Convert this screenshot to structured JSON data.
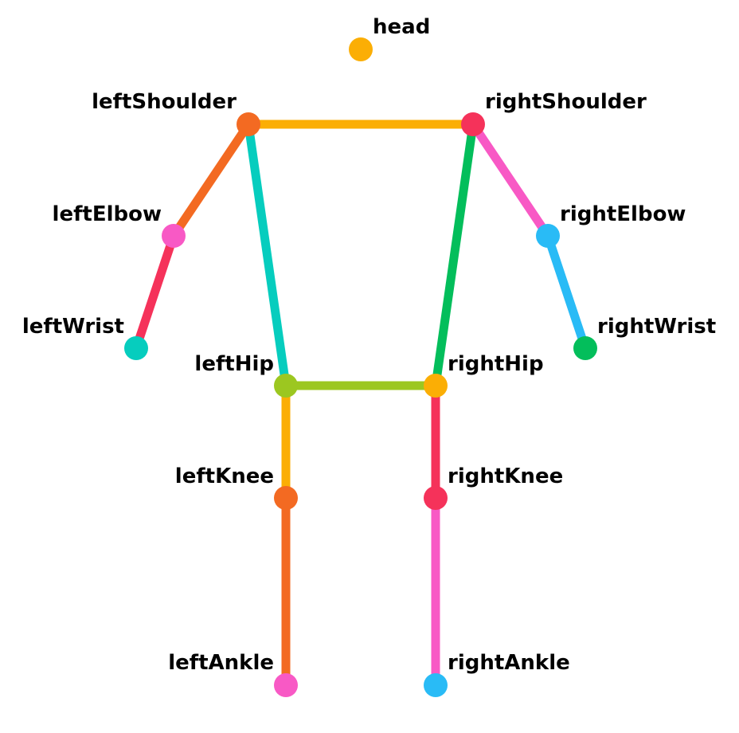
{
  "diagram": {
    "keypoints": [
      {
        "id": "head",
        "label": "head",
        "color": "#FBAE05"
      },
      {
        "id": "leftShoulder",
        "label": "leftShoulder",
        "color": "#F36A22"
      },
      {
        "id": "rightShoulder",
        "label": "rightShoulder",
        "color": "#F5325A"
      },
      {
        "id": "leftElbow",
        "label": "leftElbow",
        "color": "#F859C5"
      },
      {
        "id": "rightElbow",
        "label": "rightElbow",
        "color": "#29BBF6"
      },
      {
        "id": "leftWrist",
        "label": "leftWrist",
        "color": "#06CDBE"
      },
      {
        "id": "rightWrist",
        "label": "rightWrist",
        "color": "#03BE5B"
      },
      {
        "id": "leftHip",
        "label": "leftHip",
        "color": "#9CC720"
      },
      {
        "id": "rightHip",
        "label": "rightHip",
        "color": "#FBAE05"
      },
      {
        "id": "leftKnee",
        "label": "leftKnee",
        "color": "#F36A22"
      },
      {
        "id": "rightKnee",
        "label": "rightKnee",
        "color": "#F5325A"
      },
      {
        "id": "leftAnkle",
        "label": "leftAnkle",
        "color": "#F859C5"
      },
      {
        "id": "rightAnkle",
        "label": "rightAnkle",
        "color": "#29BBF6"
      }
    ],
    "connections": [
      {
        "from": "leftShoulder",
        "to": "rightShoulder",
        "color": "#FBAE05"
      },
      {
        "from": "leftShoulder",
        "to": "leftElbow",
        "color": "#F36A22"
      },
      {
        "from": "leftElbow",
        "to": "leftWrist",
        "color": "#F5325A"
      },
      {
        "from": "rightShoulder",
        "to": "rightElbow",
        "color": "#F859C5"
      },
      {
        "from": "rightElbow",
        "to": "rightWrist",
        "color": "#29BBF6"
      },
      {
        "from": "leftShoulder",
        "to": "leftHip",
        "color": "#06CDBE"
      },
      {
        "from": "rightShoulder",
        "to": "rightHip",
        "color": "#03BE5B"
      },
      {
        "from": "leftHip",
        "to": "rightHip",
        "color": "#9CC720"
      },
      {
        "from": "leftHip",
        "to": "leftKnee",
        "color": "#FBAE05"
      },
      {
        "from": "rightHip",
        "to": "rightKnee",
        "color": "#F5325A"
      },
      {
        "from": "leftKnee",
        "to": "leftAnkle",
        "color": "#F36A22"
      },
      {
        "from": "rightKnee",
        "to": "rightAnkle",
        "color": "#F859C5"
      }
    ]
  }
}
